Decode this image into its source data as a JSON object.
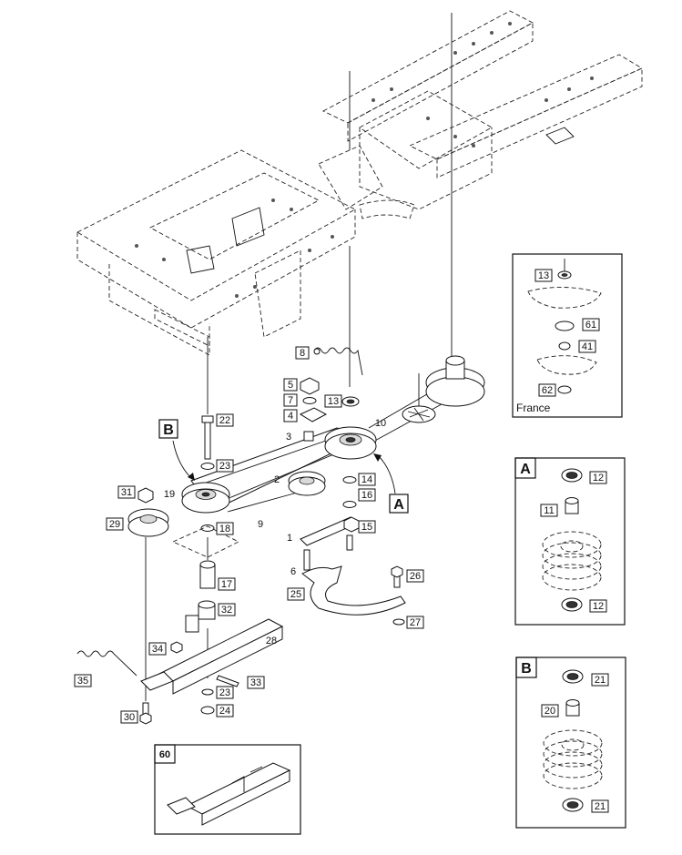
{
  "callouts": {
    "c1": "1",
    "c2": "2",
    "c3": "3",
    "c4": "4",
    "c5": "5",
    "c6": "6",
    "c7": "7",
    "c8": "8",
    "c9": "9",
    "c10": "10",
    "c13": "13",
    "c14": "14",
    "c15": "15",
    "c16": "16",
    "c17": "17",
    "c18": "18",
    "c19": "19",
    "c22": "22",
    "c23a": "23",
    "c23b": "23",
    "c24": "24",
    "c25": "25",
    "c26": "26",
    "c27": "27",
    "c28": "28",
    "c29": "29",
    "c30": "30",
    "c31": "31",
    "c32": "32",
    "c33": "33",
    "c34": "34",
    "c35": "35"
  },
  "view_labels": {
    "a": "A",
    "b": "B"
  },
  "panel_france": {
    "c13": "13",
    "c61": "61",
    "c41": "41",
    "c62": "62",
    "caption": "France"
  },
  "panel_a": {
    "label": "A",
    "c12a": "12",
    "c11": "11",
    "c12b": "12"
  },
  "panel_b": {
    "label": "B",
    "c21a": "21",
    "c20": "20",
    "c21b": "21"
  },
  "panel_60": {
    "label": "60"
  }
}
